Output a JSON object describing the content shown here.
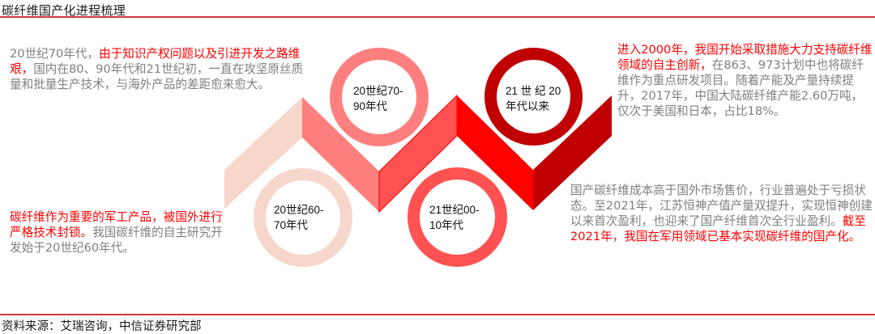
{
  "title": "碳纤维国产化进程梳理",
  "source": "资料来源：艾瑞咨询，中信证券研究部",
  "colors": {
    "stage1": "#f7d6cc",
    "stage2": "#ff7f7f",
    "stage3": "#ff5252",
    "stage4": "#ff0000",
    "stage5": "#c00000",
    "highlight_text": "#ff0000",
    "body_text": "#7f7f7f",
    "rule": "#d0393b"
  },
  "stages": [
    {
      "label_line1": "20世纪60-",
      "label_line2": "70年代"
    },
    {
      "label_line1": "20世纪70-",
      "label_line2": "90年代"
    },
    {
      "label_line1": "21世纪00-",
      "label_line2": "10年代"
    },
    {
      "label_line1": "21 世 纪 20",
      "label_line2": "年代以来"
    }
  ],
  "paragraphs": {
    "p1": {
      "normal_a": "20世纪70年代，",
      "highlight": "由于知识产权问题以及引进开发之路维艰，",
      "normal_b": "国内在80、90年代和21世纪初，一直在攻坚原丝质量和批量生产技术，与海外产品的差距愈来愈大。"
    },
    "p2": {
      "highlight": "碳纤维作为重要的军工产品，被国外进行严格技术封锁。",
      "normal_b": "我国碳纤维的自主研究开发始于20世纪60年代。"
    },
    "p3": {
      "highlight": "进入2000年，我国开始采取措施大力支持碳纤维领域的自主创新，",
      "normal_b": "在863、973计划中也将碳纤维作为重点研发项目。随着产能及产量持续提升，2017年，中国大陆碳纤维产能2.60万吨，仅次于美国和日本，占比18%。"
    },
    "p4": {
      "normal_a": "国产碳纤维成本高于国外市场售价，行业普遍处于亏损状态。至2021年，江苏恒神产值产量双提升，实现恒神创建以来首次盈利，也迎来了国产纤维首次全行业盈利。",
      "highlight": "截至2021年，我国在军用领域已基本实现碳纤维的国产化。"
    }
  }
}
